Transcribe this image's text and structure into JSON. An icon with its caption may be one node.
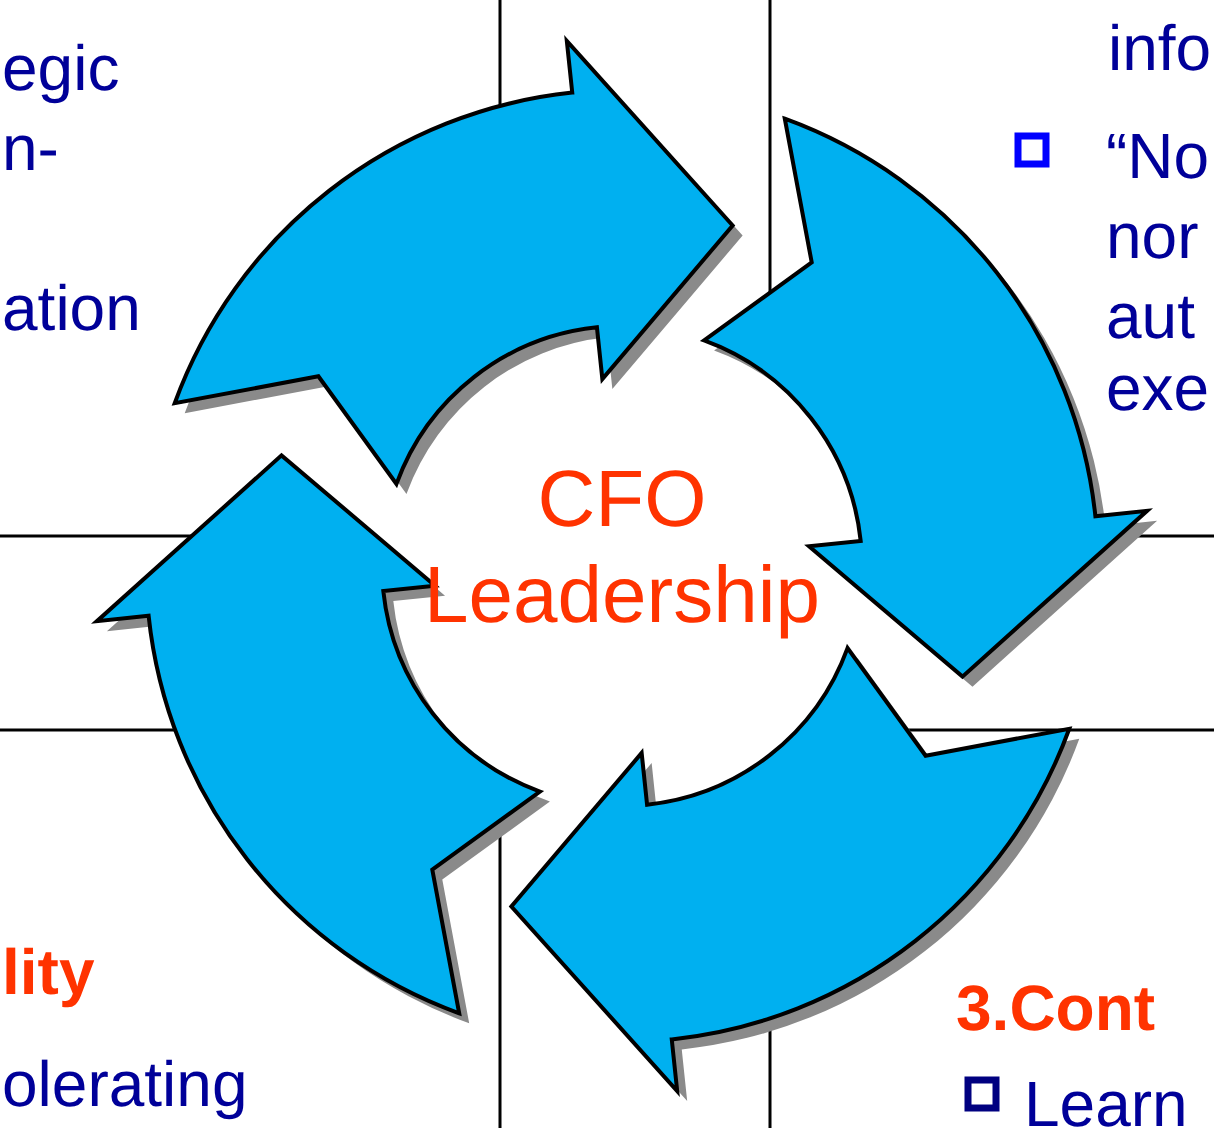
{
  "diagram": {
    "labels": [
      "egic",
      "n-",
      "ation",
      "info",
      "“No",
      "nor",
      "aut",
      "exe",
      "CFO Leadership",
      "lity",
      "olerating",
      "3.Cont",
      "Learn"
    ]
  }
}
